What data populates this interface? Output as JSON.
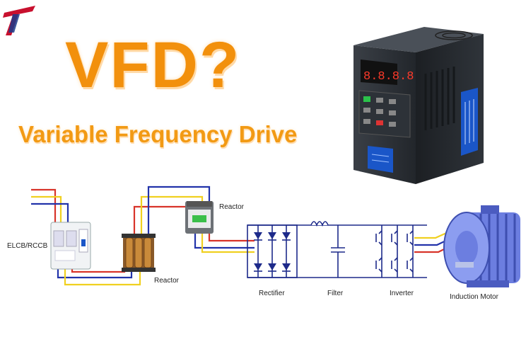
{
  "logo": {
    "icon": "brand-t-logo-icon",
    "colors": [
      "#c8102e",
      "#1a3a8a"
    ]
  },
  "headline": "VFD?",
  "subheadline": "Variable Frequency Drive",
  "device": {
    "icon": "vfd-device-icon",
    "display_digits": "8.8.8.8",
    "body_color": "#2b2f35",
    "panel_color": "#1a56c8"
  },
  "circuit": {
    "labels": {
      "elcb": "ELCB/RCCB",
      "reactor_input": "Reactor",
      "reactor_contactor": "Reactor",
      "rectifier": "Rectifier",
      "filter": "Filter",
      "inverter": "Inverter",
      "motor": "Induction Motor"
    },
    "wire_colors": {
      "red": "#d8342a",
      "yellow": "#f0d020",
      "blue": "#2233aa"
    },
    "accent": "#f2900c"
  }
}
